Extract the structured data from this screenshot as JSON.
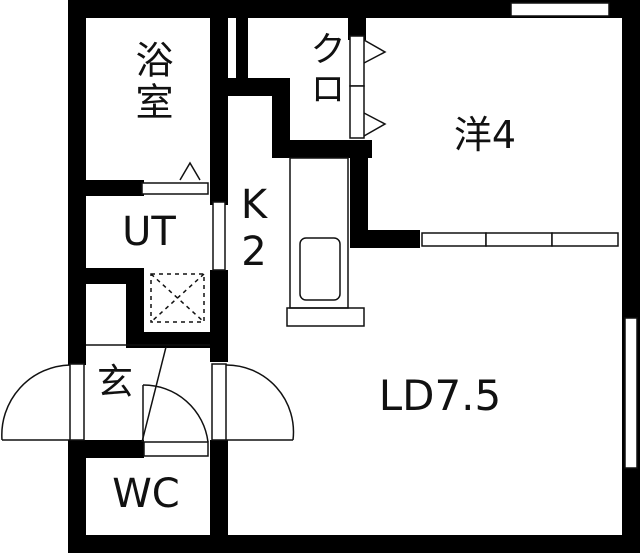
{
  "floorplan": {
    "rooms": [
      {
        "id": "bath",
        "label": "浴室",
        "name": "Bathroom"
      },
      {
        "id": "closet",
        "label": "クロ",
        "name": "Closet"
      },
      {
        "id": "western",
        "label": "洋4",
        "name": "Western-style room 4 jo"
      },
      {
        "id": "kitchen",
        "label_line1": "K",
        "label_line2": "2",
        "name": "Kitchen 2 jo"
      },
      {
        "id": "utility",
        "label": "UT",
        "name": "Utility / washroom"
      },
      {
        "id": "entrance",
        "label": "玄",
        "name": "Entrance"
      },
      {
        "id": "living",
        "label": "LD7.5",
        "name": "Living-Dining 7.5 jo"
      },
      {
        "id": "toilet",
        "label": "WC",
        "name": "Toilet"
      }
    ],
    "colors": {
      "wall": "#000000",
      "background": "#ffffff",
      "line": "#111111"
    }
  }
}
